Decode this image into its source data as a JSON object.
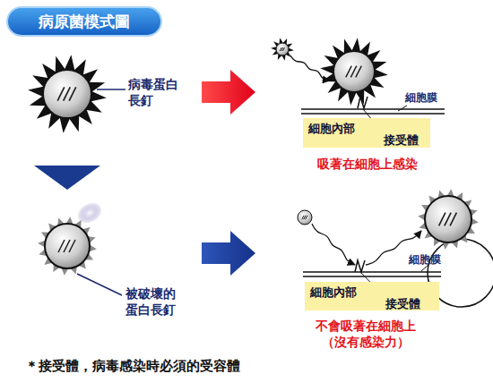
{
  "diagram": {
    "title": "病原菌模式圖",
    "caption": "＊接受體，病毒感染時必須的受容體",
    "nodes": [
      {
        "text": [
          "細胞內部",
          "接受體"
        ]
      },
      {
        "text": [
          "細胞內部",
          "接受體"
        ]
      }
    ],
    "labels": [
      "病毒蛋白 長釘",
      "被破壞的 蛋白長釘",
      "細胞膜",
      "吸著在細胞上感染",
      "細胞膜",
      "不會吸著在細胞上 （沒有感染力）"
    ]
  }
}
